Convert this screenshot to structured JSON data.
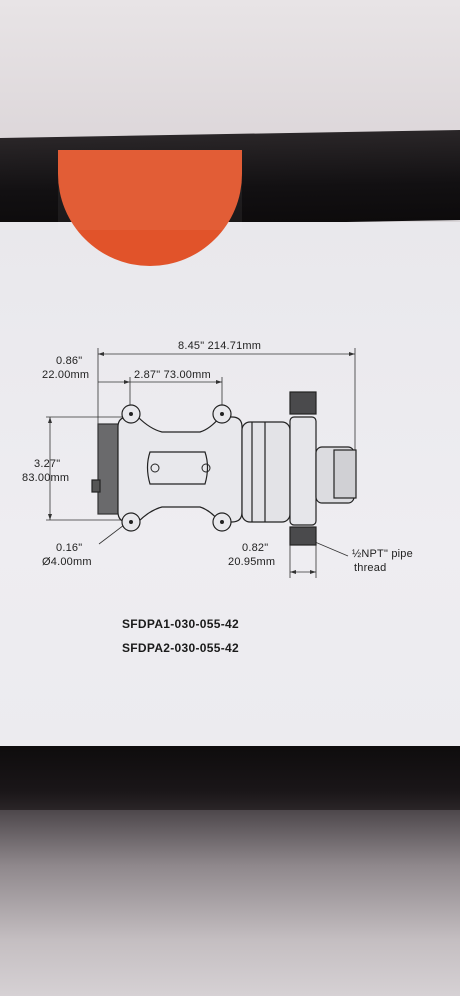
{
  "dimensions": {
    "overall_length": "8.45\" 214.71mm",
    "port_offset_in": "0.86\"",
    "port_offset_mm": "22.00mm",
    "mount_spacing": "2.87\" 73.00mm",
    "height_in": "3.27\"",
    "height_mm": "83.00mm",
    "hole_dia_in": "0.16\"",
    "hole_dia_mm": "Ø4.00mm",
    "outlet_in": "0.82\"",
    "outlet_mm": "20.95mm",
    "thread_line1": "½NPT\" pipe",
    "thread_line2": "thread"
  },
  "models": [
    "SFDPA1-030-055-42",
    "SFDPA2-030-055-42"
  ],
  "colors": {
    "seal": "#e1532a",
    "box_black": "#121012",
    "label_bg": "#ecebef"
  }
}
